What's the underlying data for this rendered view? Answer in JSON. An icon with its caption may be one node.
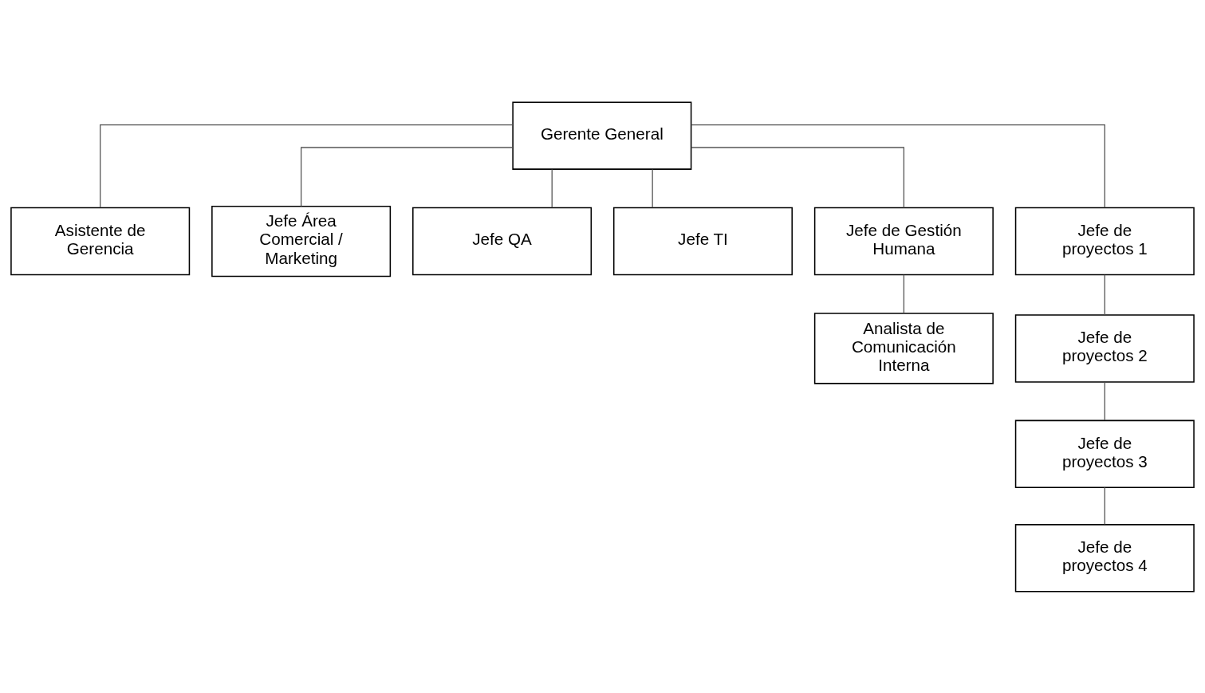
{
  "diagram": {
    "nodes": [
      {
        "text": [
          "Gerente General"
        ]
      },
      {
        "text": [
          "Asistente de Gerencia"
        ]
      },
      {
        "text": [
          "Jefe Área Comercial / Marketing"
        ]
      },
      {
        "text": [
          "Jefe QA"
        ]
      },
      {
        "text": [
          "Jefe TI"
        ]
      },
      {
        "text": [
          "Jefe de Gestión Humana"
        ]
      },
      {
        "text": [
          "Jefe de proyectos 1"
        ]
      },
      {
        "text": [
          "Analista de Comunicación Interna"
        ]
      },
      {
        "text": [
          "Jefe de proyectos 2"
        ]
      },
      {
        "text": [
          "Jefe de proyectos 3"
        ]
      },
      {
        "text": [
          "Jefe de proyectos 4"
        ]
      }
    ],
    "edges": [
      {
        "from": 0,
        "to": 1,
        "arrow": "none"
      },
      {
        "from": 0,
        "to": 2,
        "arrow": "none"
      },
      {
        "from": 0,
        "to": 3,
        "arrow": "none"
      },
      {
        "from": 0,
        "to": 4,
        "arrow": "none"
      },
      {
        "from": 0,
        "to": 5,
        "arrow": "none"
      },
      {
        "from": 0,
        "to": 6,
        "arrow": "none"
      },
      {
        "from": 5,
        "to": 7,
        "arrow": "none"
      },
      {
        "from": 6,
        "to": 8,
        "arrow": "none"
      },
      {
        "from": 8,
        "to": 9,
        "arrow": "none"
      },
      {
        "from": 9,
        "to": 10,
        "arrow": "none"
      }
    ]
  }
}
